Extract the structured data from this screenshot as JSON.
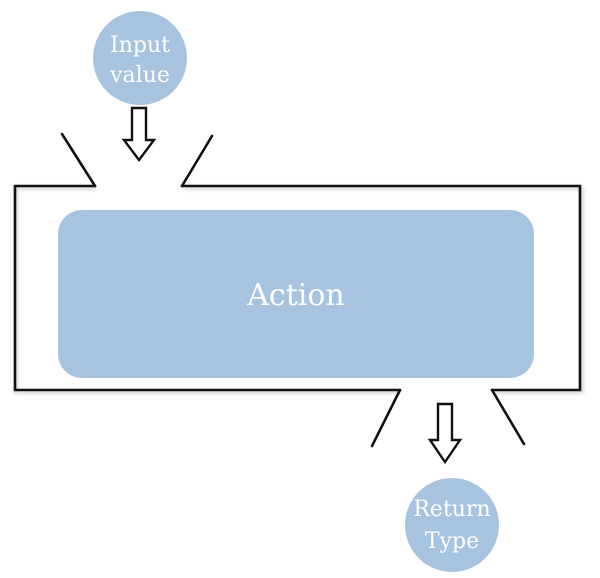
{
  "nodes": {
    "input": {
      "line1": "Input",
      "line2": "value"
    },
    "action": {
      "label": "Action"
    },
    "output": {
      "line1": "Return",
      "line2": "Type"
    }
  },
  "colors": {
    "node_fill": "#a8c3e0",
    "node_text": "#ffffff",
    "outline": "#111111"
  }
}
